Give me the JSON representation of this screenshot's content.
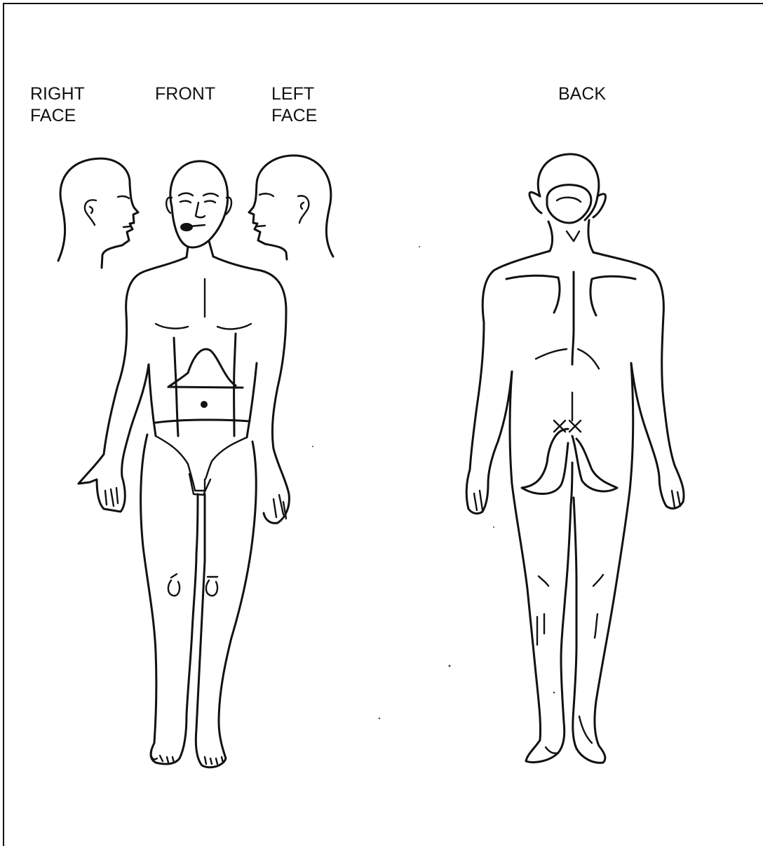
{
  "labels": {
    "right_face": [
      "RIGHT",
      "FACE"
    ],
    "front": "FRONT",
    "left_face": [
      "LEFT",
      "FACE"
    ],
    "back": "BACK"
  },
  "figures": [
    "right-face-profile",
    "front-body",
    "left-face-profile",
    "back-body"
  ],
  "colors": {
    "line": "#111111",
    "background": "#ffffff"
  }
}
